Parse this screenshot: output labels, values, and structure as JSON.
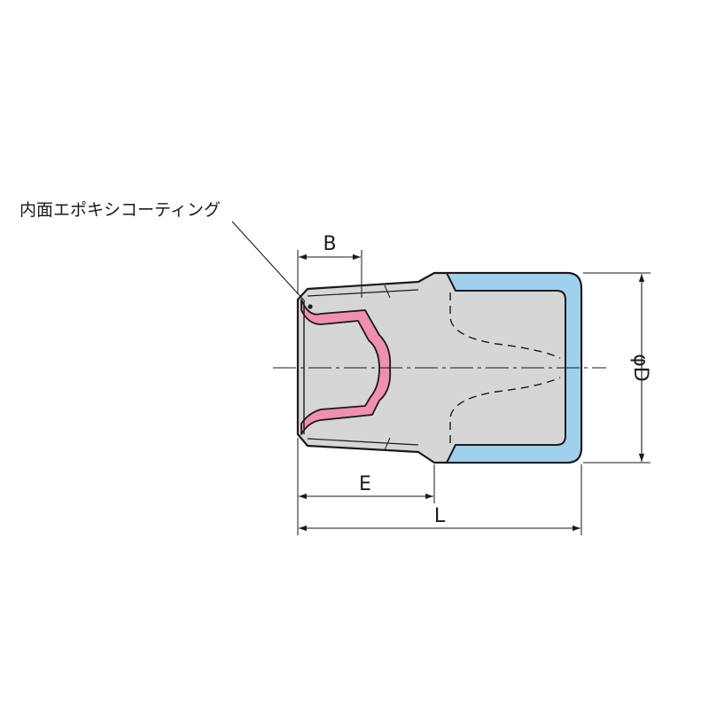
{
  "callout": {
    "text": "内面エポキシコーティング"
  },
  "dimensions": {
    "B": "B",
    "E": "E",
    "L": "L",
    "D": "φD"
  },
  "colors": {
    "body_fill": "#d6d6d6",
    "epoxy_coating": "#f08fb0",
    "cap_fill": "#9fd0ee",
    "outline": "#1a1a1a",
    "background": "#ffffff"
  }
}
